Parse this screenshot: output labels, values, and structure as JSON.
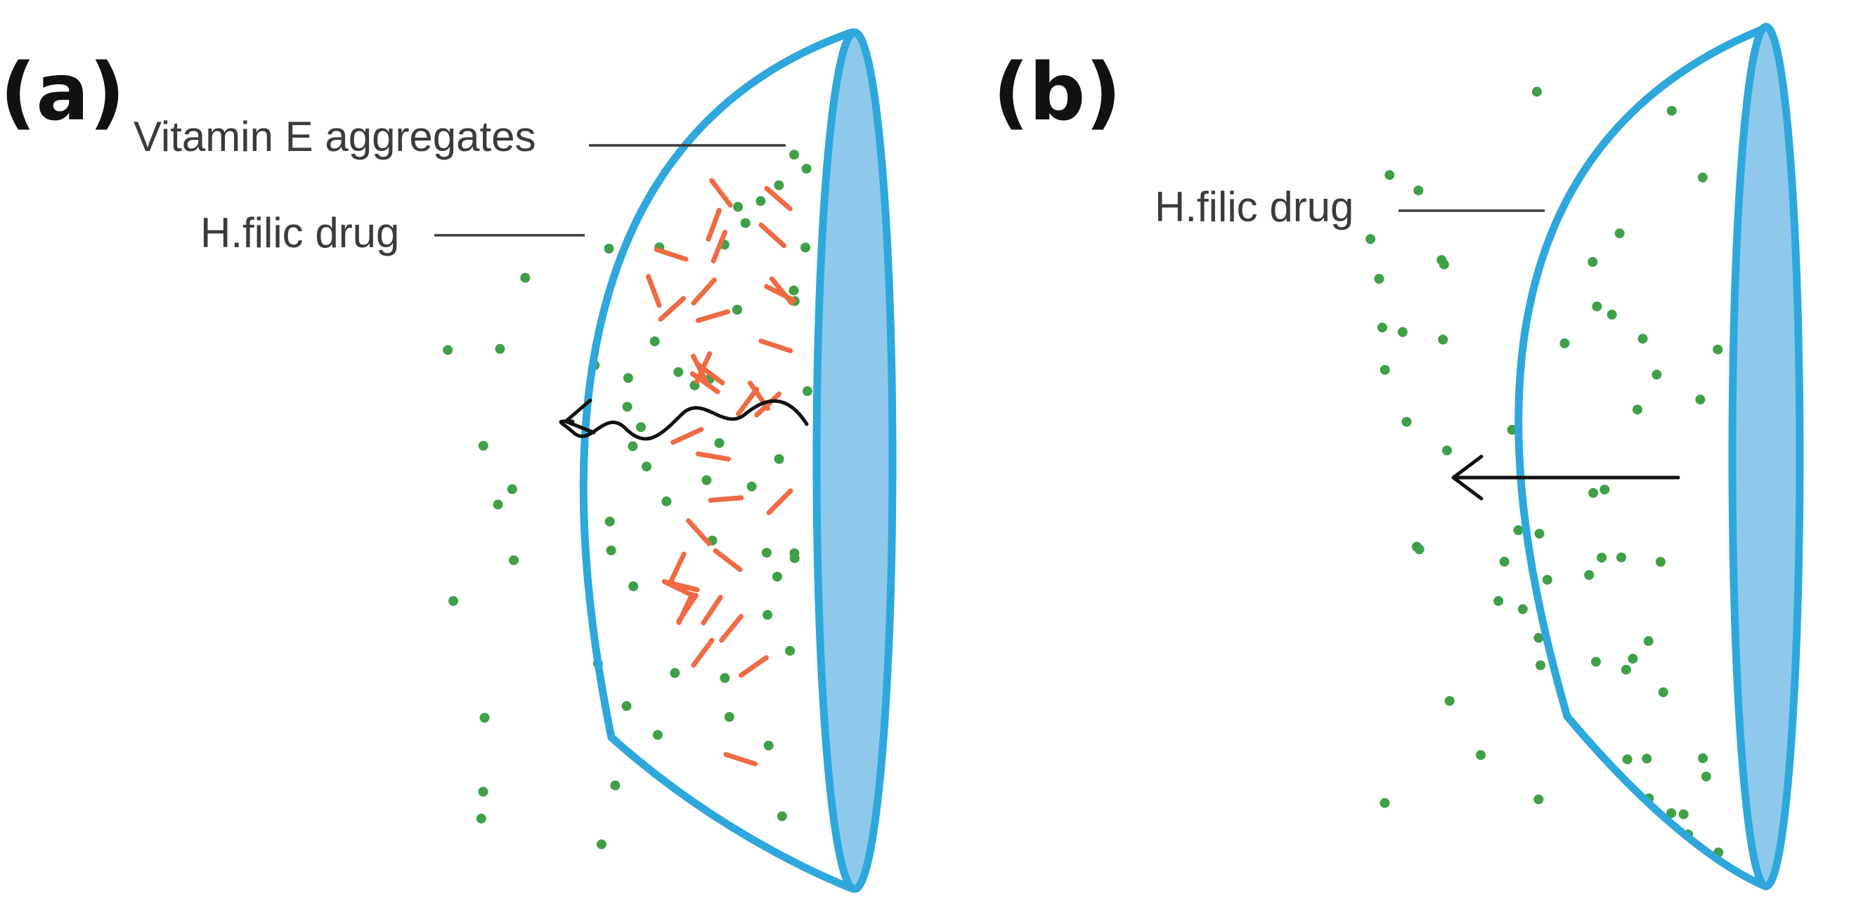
{
  "colors": {
    "lens_outline": "#2ea8dc",
    "lens_edge_fill": "#8ec9ec",
    "drug_dot": "#3fa048",
    "vitamin_e": "#ee6b44",
    "arrow": "#111111",
    "text": "#3b3b3b",
    "background": "#ffffff"
  },
  "panel_a": {
    "label": "(a)",
    "callout_vitamin": "Vitamin E aggregates",
    "callout_drug": "H.filic drug",
    "arrow_style": "wavy",
    "drug_dot_count": 60,
    "vitamin_aggregate_count": 36
  },
  "panel_b": {
    "label": "(b)",
    "callout_drug": "H.filic drug",
    "arrow_style": "straight",
    "drug_dot_count": 60
  }
}
